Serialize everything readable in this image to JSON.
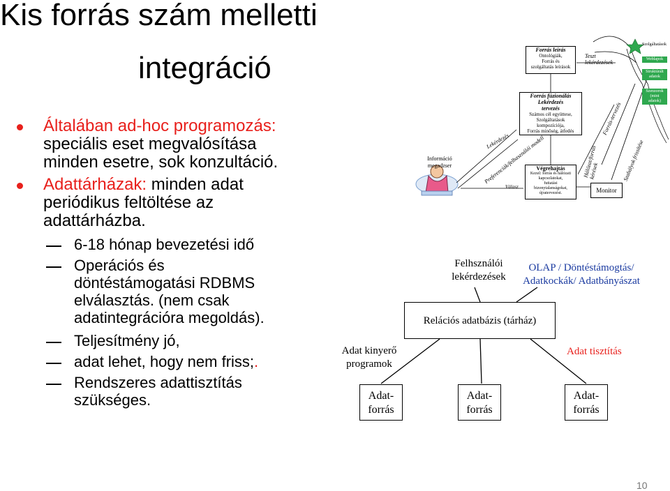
{
  "slide": {
    "title_line1": "Kis forrás szám melletti",
    "title_line2": "integráció",
    "page_number": "10"
  },
  "bullets": [
    {
      "red": "Általában ad-hoc programozás:",
      "rest_lines": [
        "speciális eset megvalósítása",
        "minden esetre, sok konzultáció."
      ]
    },
    {
      "red": "Adattárházak:",
      "rest_first": " minden adat",
      "rest_lines": [
        "periódikus feltöltése az",
        "adattárházba."
      ]
    }
  ],
  "subbullets": [
    {
      "lines": [
        "6-18 hónap bevezetési idő"
      ]
    },
    {
      "lines": [
        "Operációs és",
        "döntéstámogatási RDBMS",
        "elválasztás. (nem csak",
        "adatintegrációra megoldás)."
      ]
    },
    {
      "lines": [
        "Teljesítmény jó,"
      ]
    },
    {
      "lines": [
        "adat lehet, hogy nem friss;"
      ],
      "red_suffix": "."
    },
    {
      "lines": [
        "Rendszeres adattisztítás",
        "szükséges."
      ]
    }
  ],
  "diagram": {
    "sources": [
      "Adat-\nforrás",
      "Adat-\nforrás",
      "Adat-\nforrás"
    ],
    "extractor": "Adat kinyerő\nprogramok",
    "cleaning": "Adat tisztítás",
    "warehouse": "Relációs adatbázis (tárház)",
    "user_queries": "Felhsználói\nlekérdezések",
    "olap": "OLAP / Döntéstámogtás/\nAdatkockák/ Adatbányászat"
  },
  "arch": {
    "info_system": "Információ\nmegadzser",
    "source_desc_title": "Forrás leírás",
    "source_desc_body": "Ontológiák,\nForrás és\nszolgáltatás leírások",
    "test_queries": "Teszt\nlekérdezések",
    "fusion_title": "Forrás fúzionálás\nLekérdezés\ntervezés",
    "fusion_body": "Számos cél együttese,\nSzolgáltatások\nkompozíciója,\nForrás minőség, átfedés",
    "exec_title": "Végrehajtás",
    "exec_body": "Kezel: forrás és hálózati\nkapcsolatokat,\nfuttatási\nbizonytalanságokat,\nújratervezést.",
    "monitor": "Monitor",
    "queries_label": "Lekérdezés",
    "prefs_label": "Preferenciák/felhasználói modell",
    "answers_label": "Válasz",
    "probing": "Forrás-tervezés",
    "updates": "Szabályok frissítése",
    "errors": "Hálózat/forrás\nkérések",
    "green_services": "Szolgáltatások",
    "green_webpages": "Weblapok",
    "green_structured": "Struktúrált\nadatok",
    "green_sensors": "Szenzorok\n(mint\nadatok)"
  },
  "colors": {
    "accent_red": "#e8201c",
    "green": "#2fa84f"
  },
  "icons": [
    "person-at-desk-illustration",
    "star-icon"
  ]
}
